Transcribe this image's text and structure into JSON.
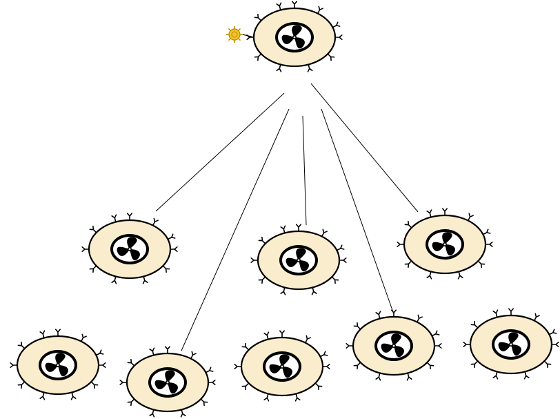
{
  "diagram": {
    "colors": {
      "cell_fill": "#faedcd",
      "cell_outline": "#000000",
      "nucleus_fill": "#ffffff",
      "nucleus_mark": "#000000",
      "connector": "#000000",
      "antigen_fill": "#f2c22c",
      "antigen_outline": "#b88a00"
    },
    "icons": {
      "cell": "immune-cell-icon",
      "nucleus": "lobed-nucleus-icon",
      "receptor": "y-receptor-icon",
      "antigen": "antigen-particle-icon"
    },
    "parent_cell": "cell-0",
    "antigen_attached_to": "cell-0",
    "cells": [
      {
        "id": "cell-0",
        "role": "parent"
      },
      {
        "id": "cell-1",
        "role": "clone"
      },
      {
        "id": "cell-2",
        "role": "clone"
      },
      {
        "id": "cell-3",
        "role": "clone"
      },
      {
        "id": "cell-4",
        "role": "clone"
      },
      {
        "id": "cell-5",
        "role": "clone"
      },
      {
        "id": "cell-6",
        "role": "clone"
      },
      {
        "id": "cell-7",
        "role": "clone"
      },
      {
        "id": "cell-8",
        "role": "clone"
      },
      {
        "id": "cell-9",
        "role": "clone"
      }
    ],
    "links": [
      {
        "from": "cell-0",
        "to": "cell-1"
      },
      {
        "from": "cell-0",
        "to": "cell-2"
      },
      {
        "from": "cell-0",
        "to": "cell-3"
      },
      {
        "from": "cell-0",
        "to": "cell-4"
      },
      {
        "from": "cell-0",
        "to": "cell-7"
      }
    ]
  }
}
